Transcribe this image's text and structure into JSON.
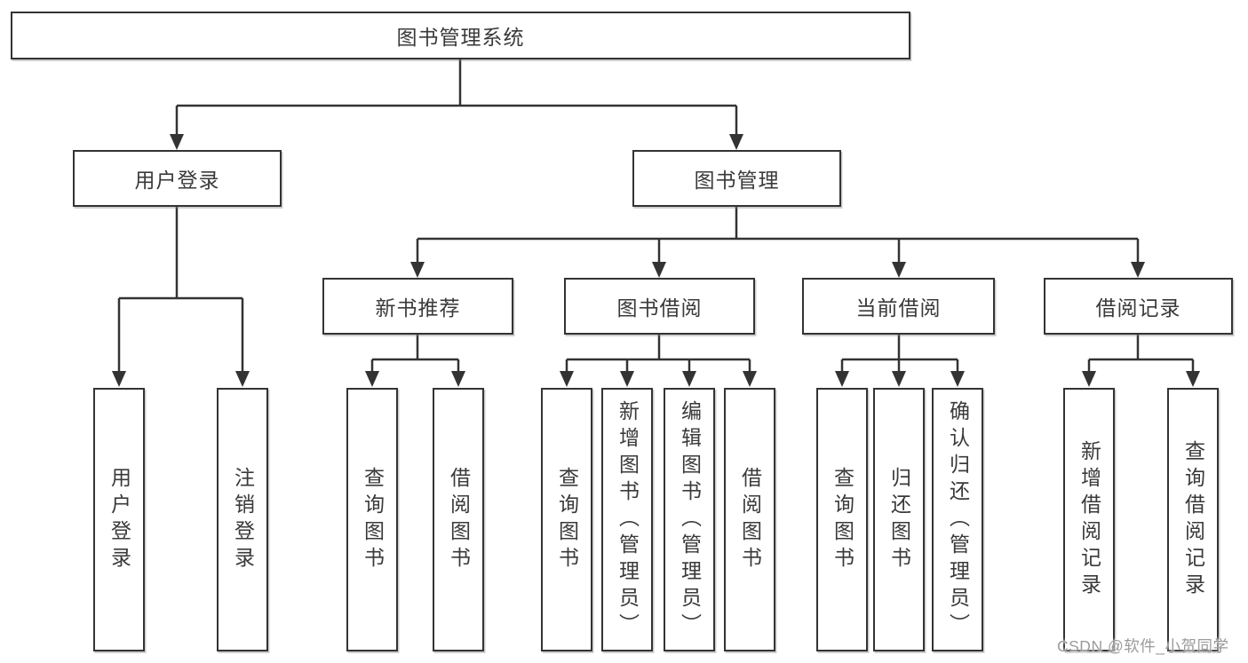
{
  "tree": {
    "label": "图书管理系统",
    "children": [
      {
        "label": "用户登录",
        "children": [
          {
            "label": "用户登录"
          },
          {
            "label": "注销登录"
          }
        ]
      },
      {
        "label": "图书管理",
        "children": [
          {
            "label": "新书推荐",
            "children": [
              {
                "label": "查询图书"
              },
              {
                "label": "借阅图书"
              }
            ]
          },
          {
            "label": "图书借阅",
            "children": [
              {
                "label": "查询图书"
              },
              {
                "label": "新增图书（管理员）"
              },
              {
                "label": "编辑图书（管理员）"
              },
              {
                "label": "借阅图书"
              }
            ]
          },
          {
            "label": "当前借阅",
            "children": [
              {
                "label": "查询图书"
              },
              {
                "label": "归还图书"
              },
              {
                "label": "确认归还（管理员）"
              }
            ]
          },
          {
            "label": "借阅记录",
            "children": [
              {
                "label": "新增借阅记录"
              },
              {
                "label": "查询借阅记录"
              }
            ]
          }
        ]
      }
    ]
  },
  "watermark": {
    "text": "CSDN @软件_小贺同学",
    "color": "#9b9b9b"
  },
  "colors": {
    "line": "#333333",
    "box_border": "#333333",
    "text": "#3a3a3a",
    "background": "#ffffff",
    "watermark": "#9b9b9b"
  }
}
